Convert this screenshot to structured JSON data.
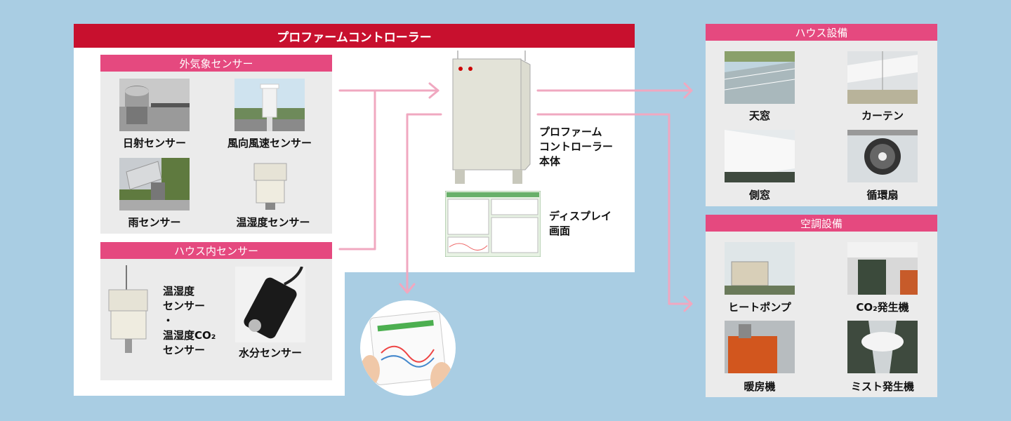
{
  "controller": {
    "title": "プロファームコントローラー",
    "unit_label": "プロファーム\nコントローラー\n本体",
    "display_label": "ディスプレイ\n画面"
  },
  "outdoor": {
    "title": "外気象センサー",
    "items": [
      "日射センサー",
      "風向風速センサー",
      "雨センサー",
      "温湿度センサー"
    ]
  },
  "indoor": {
    "title": "ハウス内センサー",
    "multi_label": "温湿度\nセンサー\n・\n温湿度CO₂\nセンサー",
    "moisture_label": "水分センサー"
  },
  "house": {
    "title": "ハウス設備",
    "items": [
      "天窓",
      "カーテン",
      "側窓",
      "循環扇"
    ]
  },
  "aircon": {
    "title": "空調設備",
    "items": [
      "ヒートポンプ",
      "CO₂発生機",
      "暖房機",
      "ミスト発生機"
    ]
  },
  "colors": {
    "accent_red": "#c8102e",
    "pink": "#e5497f",
    "arrow": "#f0a8c0",
    "bg": "#a9cde3"
  }
}
